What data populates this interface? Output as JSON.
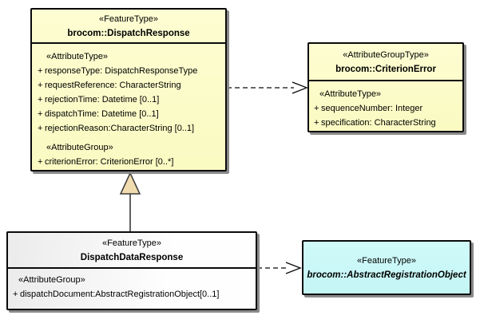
{
  "diagram": {
    "kind": "uml-class-diagram",
    "background": "#FFFFFF",
    "colors": {
      "class_fill_yellow": "#FBFBC8",
      "class_fill_gray": "#F2F2F2",
      "class_fill_cyan": "#C9F8F8",
      "border": "#0A0A0A",
      "shadow": "#8A8A8A",
      "generalization_triangle_fill": "#F0DCAE"
    }
  },
  "classes": {
    "dispatchResponse": {
      "stereotype": "«FeatureType»",
      "name": "brocom::DispatchResponse",
      "attrTypeLabel": "«AttributeType»",
      "attrGroupLabel": "«AttributeGroup»",
      "attributes": [
        {
          "vis": "+",
          "text": "responseType: DispatchResponseType"
        },
        {
          "vis": "+",
          "text": "requestReference: CharacterString"
        },
        {
          "vis": "+",
          "text": "rejectionTime: Datetime [0..1]"
        },
        {
          "vis": "+",
          "text": "dispatchTime: Datetime [0..1]"
        },
        {
          "vis": "+",
          "text": "rejectionReason:CharacterString [0..1]"
        }
      ],
      "groupAttributes": [
        {
          "vis": "+",
          "text": "criterionError: CriterionError [0..*]"
        }
      ]
    },
    "criterionError": {
      "stereotype": "«AttributeGroupType»",
      "name": "brocom::CriterionError",
      "attrTypeLabel": "«AttributeType»",
      "attributes": [
        {
          "vis": "+",
          "text": "sequenceNumber: Integer"
        },
        {
          "vis": "+",
          "text": "specification: CharacterString"
        }
      ]
    },
    "dispatchDataResponse": {
      "stereotype": "«FeatureType»",
      "name": "DispatchDataResponse",
      "attrGroupLabel": "«AttributeGroup»",
      "groupAttributes": [
        {
          "vis": "+",
          "text": "dispatchDocument:AbstractRegistrationObject[0..1]"
        }
      ]
    },
    "abstractRegistrationObject": {
      "stereotype": "«FeatureType»",
      "name": "brocom::AbstractRegistrationObject"
    }
  },
  "relations": [
    {
      "type": "dependency",
      "from": "brocom::DispatchResponse",
      "to": "brocom::CriterionError",
      "line": "dashed",
      "arrowhead": "open"
    },
    {
      "type": "generalization",
      "from": "DispatchDataResponse",
      "to": "brocom::DispatchResponse",
      "line": "solid",
      "arrowhead": "hollow-triangle"
    },
    {
      "type": "dependency",
      "from": "DispatchDataResponse",
      "to": "brocom::AbstractRegistrationObject",
      "line": "dashed",
      "arrowhead": "open"
    }
  ]
}
